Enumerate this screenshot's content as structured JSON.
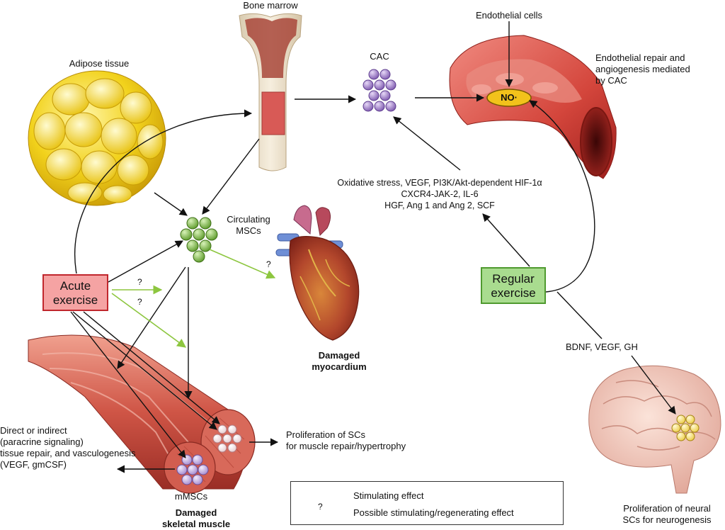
{
  "labels": {
    "bone_marrow": "Bone marrow",
    "adipose_tissue": "Adipose tissue",
    "cac": "CAC",
    "endothelial_cells": "Endothelial cells",
    "endothelial_repair": "Endothelial repair and\nangiogenesis mediated\nby CAC",
    "no": "NO·",
    "factors": "Oxidative stress, VEGF, PI3K/Akt-dependent HIF-1α\nCXCR4-JAK-2, IL-6\nHGF, Ang 1 and Ang 2, SCF",
    "circulating_mscs": "Circulating\nMSCs",
    "damaged_myocardium": "Damaged\nmyocardium",
    "acute_exercise": "Acute\nexercise",
    "regular_exercise": "Regular\nexercise",
    "bdnf": "BDNF, VEGF, GH",
    "direct_indirect": "Direct or indirect\n(paracrine signaling)\ntissue repair, and vasculogenesis\n(VEGF, gmCSF)",
    "proliferation_sc": "Proliferation of SCs\nfor muscle repair/hypertrophy",
    "mmscs": "mMSCs",
    "damaged_skeletal_muscle": "Damaged\nskeletal muscle",
    "proliferation_neural": "Proliferation of neural\nSCs for neurogenesis",
    "question_mark": "?"
  },
  "legend": {
    "stimulating": "Stimulating effect",
    "possible_mark": "?",
    "possible": "Possible stimulating/regenerating effect"
  },
  "colors": {
    "stimulating_arrow": "#111111",
    "possible_arrow": "#8dc63f",
    "acute_box_fill": "#f5a3a3",
    "acute_box_border": "#c0272d",
    "regular_box_fill": "#a9dc8f",
    "regular_box_border": "#4f9a2f",
    "cac_cells": "#8e6bbf",
    "msc_cells": "#6fa83a",
    "neural_cells": "#f3dc6a",
    "no_fill": "#f2c21b"
  }
}
